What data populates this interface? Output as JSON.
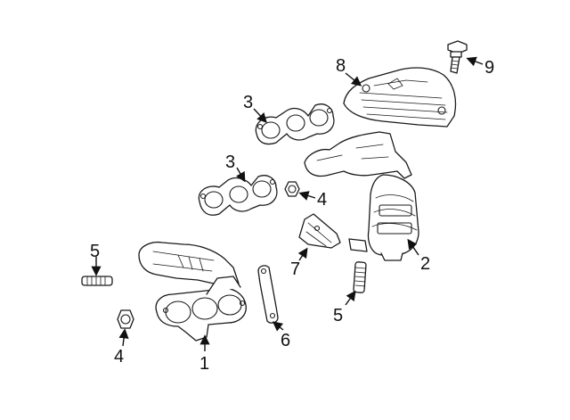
{
  "callouts": [
    {
      "id": "c1",
      "label": "1"
    },
    {
      "id": "c2",
      "label": "2"
    },
    {
      "id": "c3a",
      "label": "3"
    },
    {
      "id": "c3b",
      "label": "3"
    },
    {
      "id": "c4a",
      "label": "4"
    },
    {
      "id": "c4b",
      "label": "4"
    },
    {
      "id": "c5a",
      "label": "5"
    },
    {
      "id": "c5b",
      "label": "5"
    },
    {
      "id": "c6",
      "label": "6"
    },
    {
      "id": "c7",
      "label": "7"
    },
    {
      "id": "c8",
      "label": "8"
    },
    {
      "id": "c9",
      "label": "9"
    }
  ],
  "colors": {
    "line": "#1a1a1a",
    "background": "#ffffff"
  }
}
